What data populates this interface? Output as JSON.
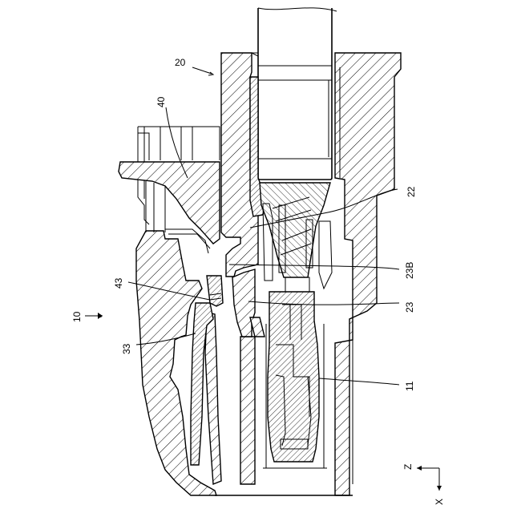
{
  "figure": {
    "labels": {
      "assembly_20": "20",
      "part_40": "40",
      "part_22": "22",
      "part_23B": "23B",
      "part_43": "43",
      "assembly_10": "10",
      "part_23": "23",
      "part_33": "33",
      "part_11": "11"
    },
    "axes": {
      "z": "Z",
      "x": "X"
    }
  }
}
